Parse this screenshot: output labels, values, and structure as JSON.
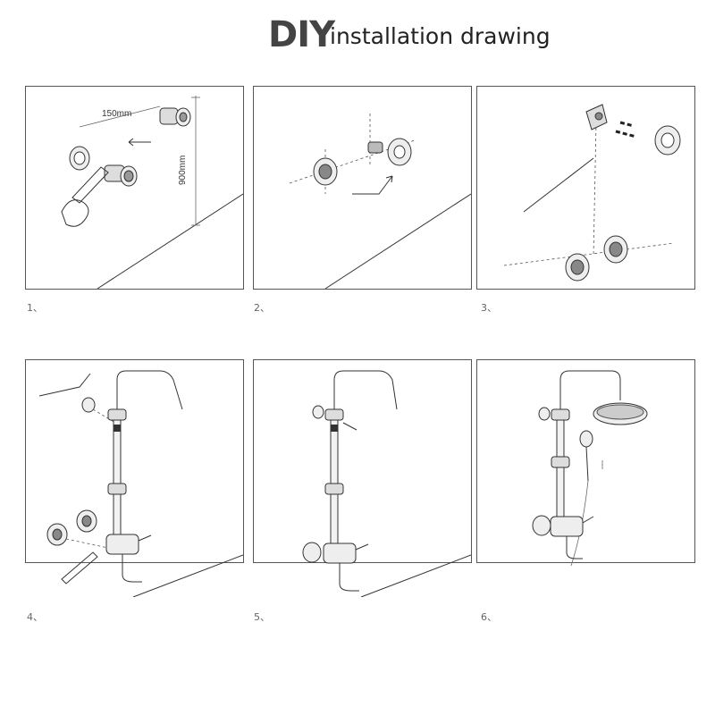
{
  "title": {
    "brand": "DIY",
    "text": "installation drawing"
  },
  "dimensions": {
    "horizontal": "150mm",
    "vertical": "900mm"
  },
  "steps": [
    {
      "label": "1、"
    },
    {
      "label": "2、"
    },
    {
      "label": "3、"
    },
    {
      "label": "4、"
    },
    {
      "label": "5、"
    },
    {
      "label": "6、"
    }
  ]
}
